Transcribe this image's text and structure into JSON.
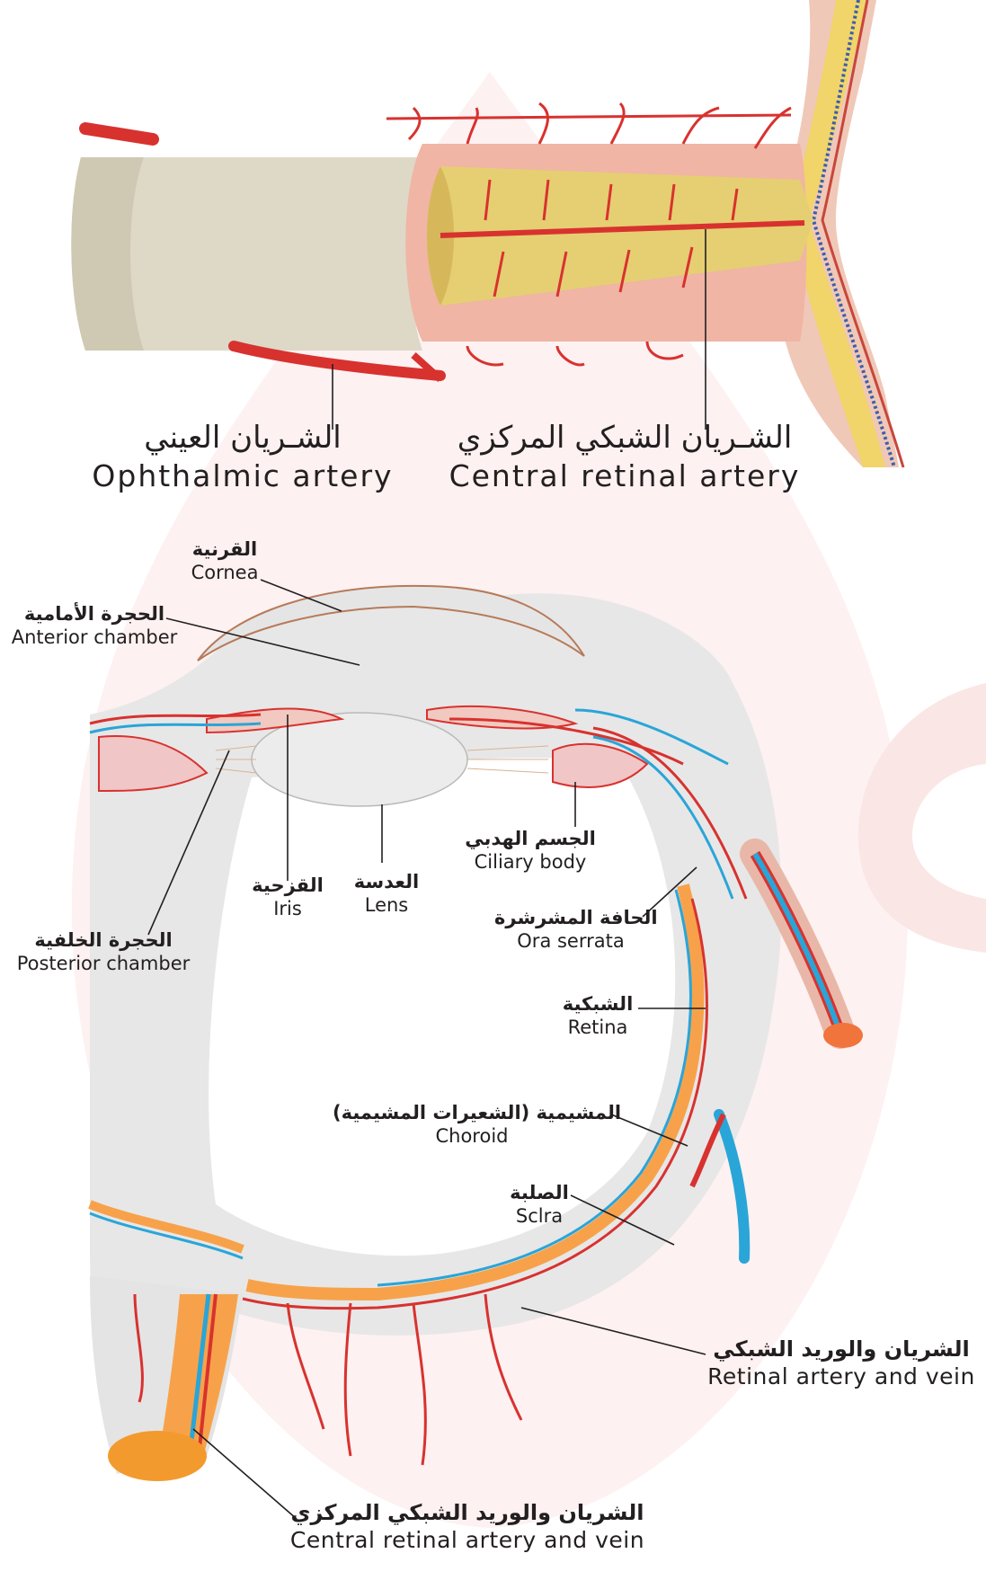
{
  "labels": {
    "ophthalmic_artery": {
      "ar": "الشـريان العيني",
      "en": "Ophthalmic artery"
    },
    "central_retinal_artery": {
      "ar": "الشـريان الشبكي المركزي",
      "en": "Central retinal artery"
    },
    "cornea": {
      "ar": "القرنية",
      "en": "Cornea"
    },
    "anterior_chamber": {
      "ar": "الحجرة الأمامية",
      "en": "Anterior chamber"
    },
    "iris": {
      "ar": "القزحية",
      "en": "Iris"
    },
    "lens": {
      "ar": "العدسة",
      "en": "Lens"
    },
    "ciliary_body": {
      "ar": "الجسم الهدبي",
      "en": "Ciliary body"
    },
    "posterior_chamber": {
      "ar": "الحجرة الخلفية",
      "en": "Posterior chamber"
    },
    "ora_serrata": {
      "ar": "الحافة المشرشرة",
      "en": "Ora serrata"
    },
    "retina": {
      "ar": "الشبكية",
      "en": "Retina"
    },
    "choroid": {
      "ar": "المشيمية (الشعيرات المشيمية)",
      "en": "Choroid"
    },
    "sclera": {
      "ar": "الصلبة",
      "en": "Sclra"
    },
    "retinal_artery_vein": {
      "ar": "الشريان والوريد الشبكي",
      "en": "Retinal artery and vein"
    },
    "central_retinal_artery_vein": {
      "ar": "الشريان والوريد الشبكي المركزي",
      "en": "Central retinal artery and vein"
    }
  },
  "colors": {
    "artery": "#d8322f",
    "vein": "#2aa5d8",
    "nerve_sheath": "#e3decf",
    "nerve_core": "#e7cf6e",
    "retina": "#f7a24a",
    "sclera": "#dcdcdc",
    "watermark": "#fbe5e5"
  }
}
